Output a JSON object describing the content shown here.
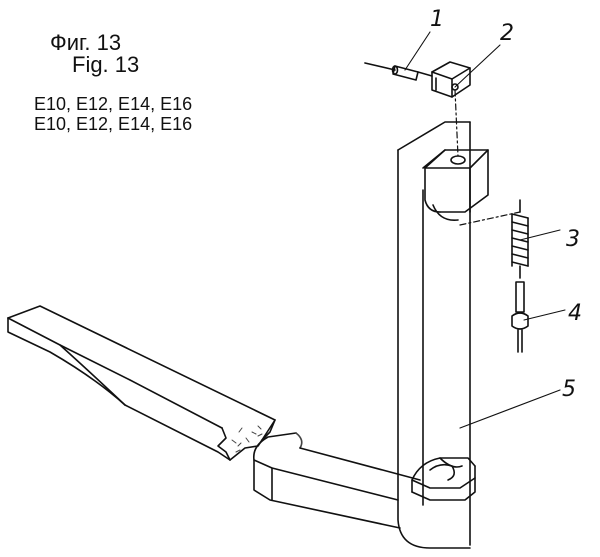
{
  "caption": {
    "figure_ru": "Фиг. 13",
    "figure_en": "Fig. 13",
    "models_ru": "E10, E12, E14, E16",
    "models_en": "E10, E12, E14, E16"
  },
  "callouts": [
    "1",
    "2",
    "3",
    "4",
    "5"
  ],
  "colors": {
    "ink": "#111111",
    "paper": "#ffffff",
    "hatch": "#444444"
  }
}
